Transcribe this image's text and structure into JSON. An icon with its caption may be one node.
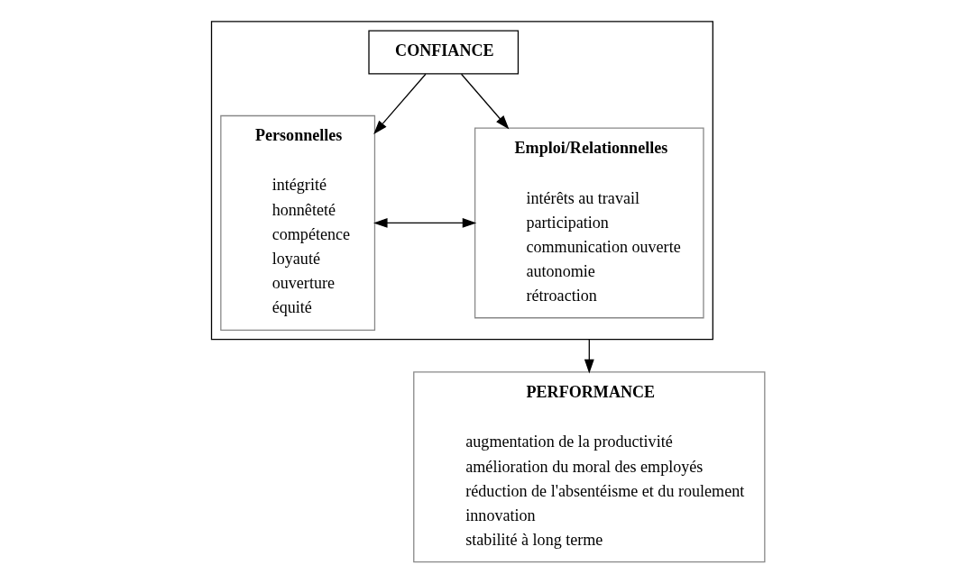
{
  "diagram": {
    "nodes": [
      {
        "text": [],
        "shape": "box"
      },
      {
        "text": [
          "CONFIANCE"
        ],
        "in": 0
      },
      {
        "text": [
          "Personnelles",
          "intégrité",
          "honnêteté",
          "compétence",
          "loyauté",
          "ouverture",
          "équité"
        ],
        "in": 0
      },
      {
        "text": [
          "Emploi/Relationnelles",
          "intérêts au travail",
          "participation",
          "communication ouverte",
          "autonomie",
          "rétroaction"
        ],
        "in": 0
      },
      {
        "text": [
          "PERFORMANCE",
          "augmentation de la productivité",
          "amélioration du moral des employés",
          "réduction de l'absentéisme et du roulement",
          "innovation",
          "stabilité à long terme"
        ]
      }
    ],
    "edges": [
      {
        "from": 1,
        "to": 2,
        "arrow": "to"
      },
      {
        "from": 1,
        "to": 3,
        "arrow": "to"
      },
      {
        "from": 2,
        "to": 3,
        "arrow": "both"
      },
      {
        "from": 0,
        "to": 4,
        "arrow": "to"
      }
    ]
  }
}
